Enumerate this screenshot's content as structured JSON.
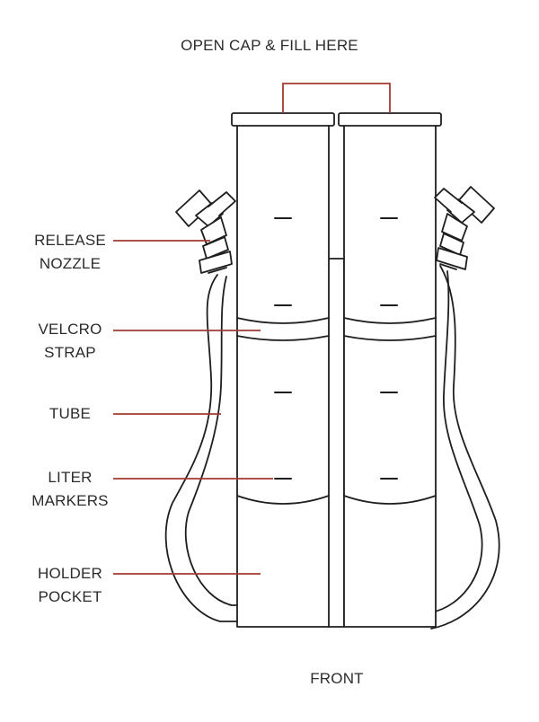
{
  "diagram": {
    "top_label": "OPEN CAP & FILL HERE",
    "bottom_label": "FRONT",
    "callouts": [
      {
        "id": "release-nozzle",
        "lines": [
          "RELEASE",
          "NOZZLE"
        ]
      },
      {
        "id": "velcro-strap",
        "lines": [
          "VELCRO",
          "STRAP"
        ]
      },
      {
        "id": "tube",
        "lines": [
          "TUBE"
        ]
      },
      {
        "id": "liter-markers",
        "lines": [
          "LITER",
          "MARKERS"
        ]
      },
      {
        "id": "holder-pocket",
        "lines": [
          "HOLDER",
          "POCKET"
        ]
      }
    ]
  },
  "colors": {
    "outline": "#1e1e1e",
    "leader": "#a23a32",
    "text": "#2b2b2b"
  }
}
